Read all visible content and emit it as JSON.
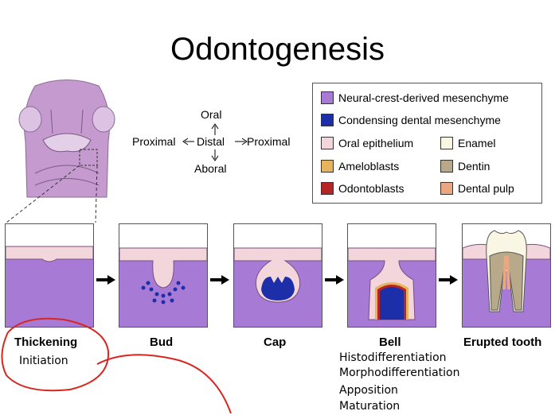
{
  "title": "Odontogenesis",
  "compass": {
    "top": "Oral",
    "left": "Proximal",
    "center": "Distal",
    "right": "Proximal",
    "bottom": "Aboral"
  },
  "legend": [
    {
      "label": "Neural-crest-derived mesenchyme",
      "color": "#a77ad6"
    },
    {
      "label": "Condensing dental mesenchyme",
      "color": "#1c2ea8"
    },
    {
      "label": "Oral epithelium",
      "color": "#f3d6dc"
    },
    {
      "label": "Enamel",
      "color": "#faf6e4"
    },
    {
      "label": "Ameloblasts",
      "color": "#e6b45c"
    },
    {
      "label": "Dentin",
      "color": "#b8a98a"
    },
    {
      "label": "Odontoblasts",
      "color": "#b52525"
    },
    {
      "label": "Dental pulp",
      "color": "#e9a882"
    }
  ],
  "stages": [
    "Thickening",
    "Bud",
    "Cap",
    "Bell",
    "Erupted tooth"
  ],
  "annotations": {
    "initiation": "Initiation",
    "bell_notes": [
      "Histodifferentiation",
      "Morphodifferentiation",
      "Apposition",
      "Maturation"
    ]
  },
  "colors": {
    "mesenchyme": "#a77ad6",
    "epithelium": "#f3d6dc",
    "condensing": "#1c2ea8",
    "annotation": "#d8261f"
  }
}
